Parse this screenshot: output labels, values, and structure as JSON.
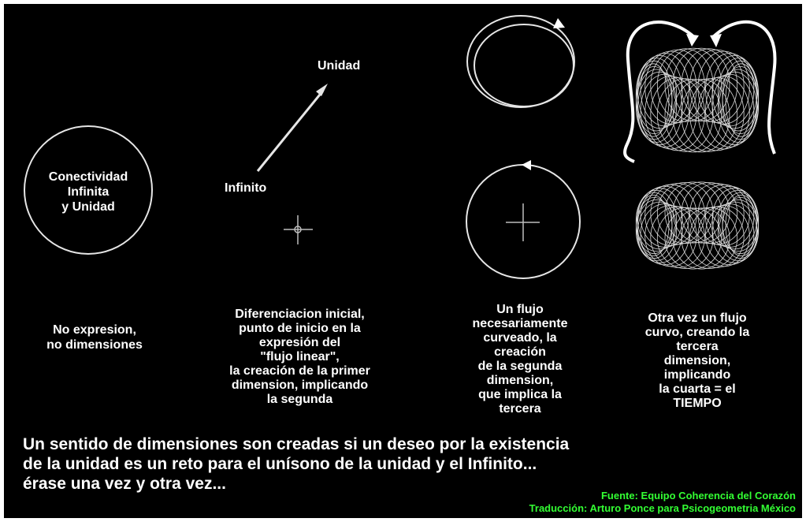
{
  "labels": {
    "circle_text": "Conectividad\nInfinita\ny Unidad",
    "unidad": "Unidad",
    "infinito": "Infinito",
    "caption_1": "No expresion,\nno dimensiones",
    "caption_2": "Diferenciacion inicial,\npunto de inicio en la\nexpresión del\n\"flujo linear\",\nla creación de la primer\ndimension, implicando\nla segunda",
    "caption_3": "Un flujo\nnecesariamente\ncurveado, la\ncreación\nde la segunda\ndimension,\nque implica la\ntercera",
    "caption_4": "Otra vez un flujo\ncurvo, creando la\ntercera\ndimension,\nimplicando\nla cuarta = el\nTIEMPO"
  },
  "summary": {
    "line1": "Un sentido de dimensiones son creadas si un deseo por la existencia",
    "line2": "de la unidad es un reto para el unísono de la unidad y el Infinito...",
    "line3": "érase una vez y otra vez..."
  },
  "credits": {
    "fuente": "Fuente:  Equipo Coherencia del Corazón",
    "traduccion": "Traducción:  Arturo Ponce para Psicogeometria México"
  },
  "colors": {
    "background": "#000000",
    "text": "#ffffff",
    "credits": "#33ff33"
  }
}
